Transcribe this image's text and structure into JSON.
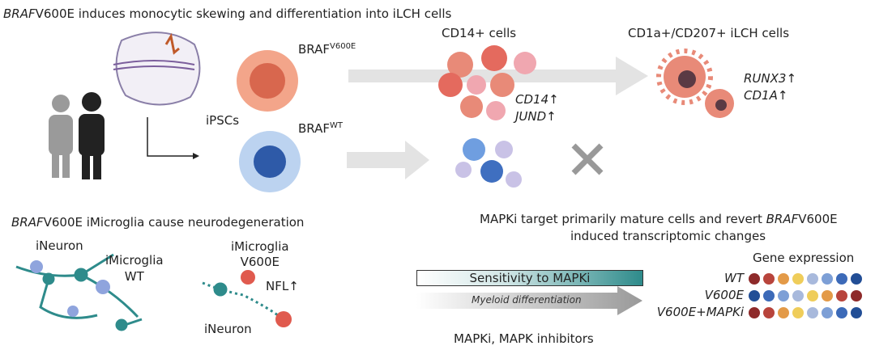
{
  "top_title": {
    "italic": "BRAF",
    "rest": "V600E induces monocytic skewing and differentiation into iLCH cells"
  },
  "labels": {
    "braf_v600e_base": "BRAF",
    "braf_v600e_sup": "V600E",
    "braf_wt_base": "BRAF",
    "braf_wt_sup": "WT",
    "ipscs": "iPSCs",
    "cd14_cells": "CD14+ cells",
    "ilch_cells": "CD1a+/CD207+ iLCH cells",
    "cd14_up": "CD14↑",
    "jund_up": "JUND↑",
    "runx3_up": "RUNX3↑",
    "cd1a_up": "CD1A↑"
  },
  "microglia": {
    "title_italic": "BRAF",
    "title_rest": "V600E iMicroglia cause neurodegeneration",
    "ineuron_1": "iNeuron",
    "imicroglia_wt": "iMicroglia\nWT",
    "imicroglia_v600e": "iMicroglia\nV600E",
    "nfl_up": "NFL↑",
    "ineuron_2": "iNeuron"
  },
  "mapki": {
    "title_line1_a": "MAPKi target primarily mature cells and revert ",
    "title_line1_italic": "BRAF",
    "title_line1_b": "V600E",
    "title_line2": "induced transcriptomic changes",
    "sensitivity": "Sensitivity to MAPKi",
    "differentiation": "Myeloid differentiation",
    "footnote": "MAPKi, MAPK inhibitors",
    "gene_expression": "Gene expression",
    "rows": [
      {
        "label": "WT",
        "colors": [
          "#8e2a2a",
          "#b8443c",
          "#e39a48",
          "#efcd5a",
          "#a8b9dc",
          "#7d9fd6",
          "#3c6ab8",
          "#224e96"
        ]
      },
      {
        "label": "V600E",
        "colors": [
          "#224e96",
          "#3c6ab8",
          "#7d9fd6",
          "#a8b9dc",
          "#efcd5a",
          "#e39a48",
          "#b8443c",
          "#8e2a2a"
        ]
      },
      {
        "label": "V600E+MAPKi",
        "colors": [
          "#8e2a2a",
          "#b8443c",
          "#e39a48",
          "#efcd5a",
          "#a8b9dc",
          "#7d9fd6",
          "#3c6ab8",
          "#224e96"
        ]
      }
    ]
  },
  "colors": {
    "teal": "#2e8b8b",
    "salmon": "#e88a78",
    "blue": "#3f6fc0",
    "arrow_grey": "#e0e0e0"
  }
}
